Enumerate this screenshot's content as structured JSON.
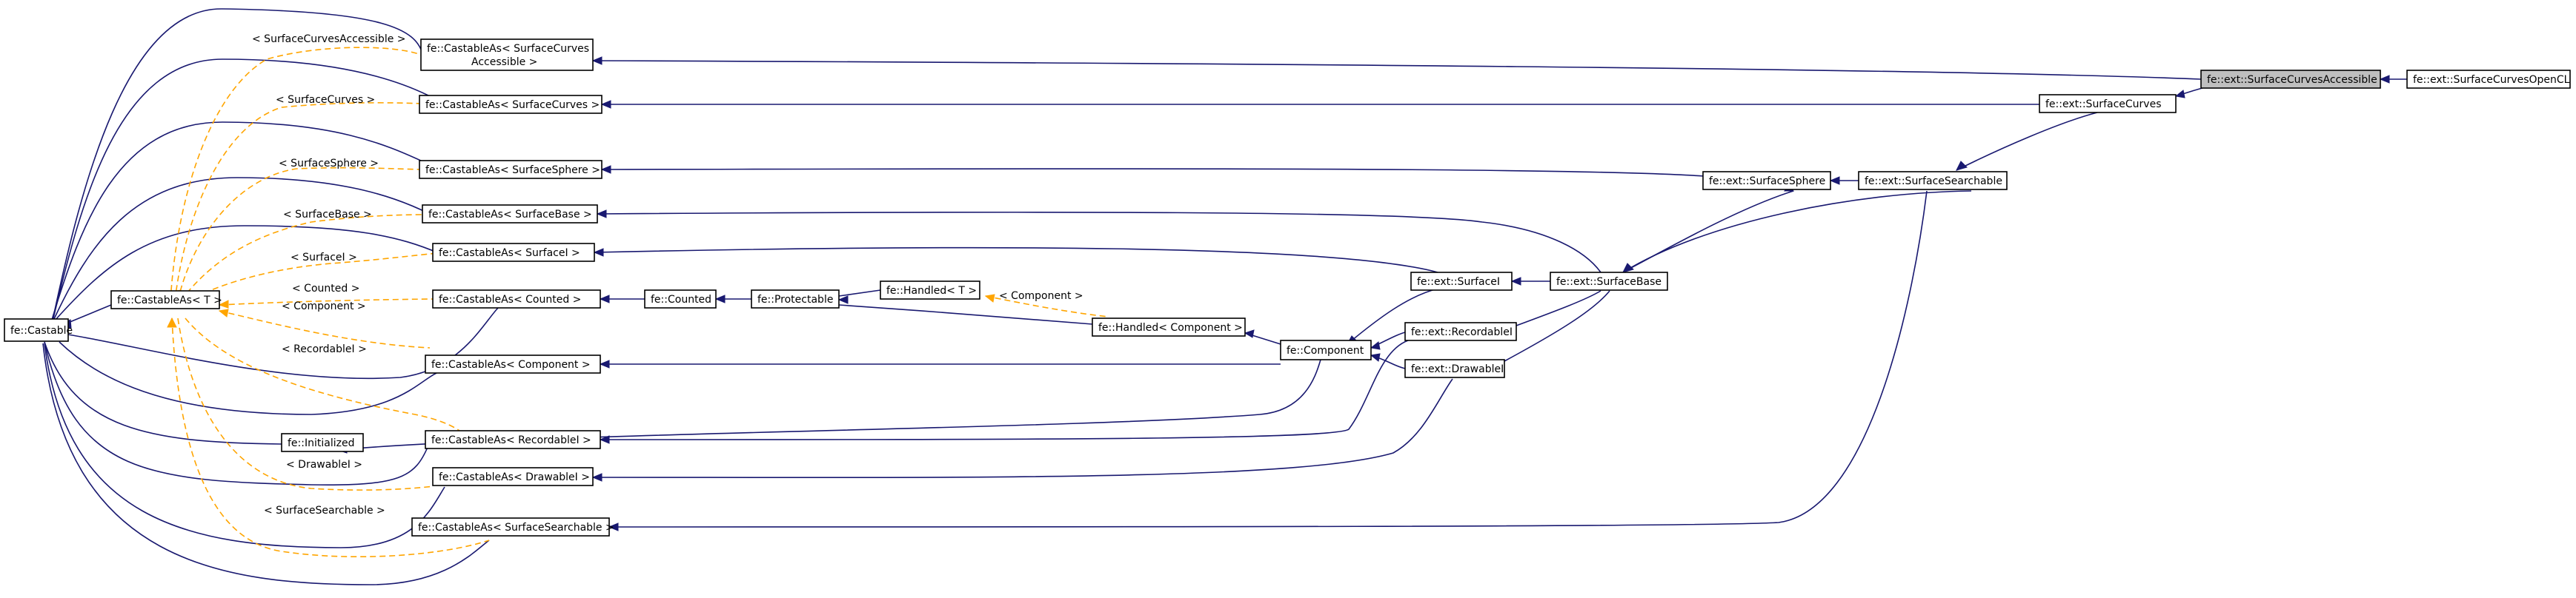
{
  "colors": {
    "inheritance": "#191970",
    "template": "#ffa500",
    "highlight": "#bfbfbf"
  },
  "nodes": {
    "castable": "fe::Castable",
    "castable_as_t": "fe::CastableAs< T >",
    "ca_surface_curves_accessible_1": "fe::CastableAs< SurfaceCurves",
    "ca_surface_curves_accessible_2": "Accessible >",
    "ca_surface_curves": "fe::CastableAs< SurfaceCurves >",
    "ca_surface_sphere": "fe::CastableAs< SurfaceSphere >",
    "ca_surface_base": "fe::CastableAs< SurfaceBase >",
    "ca_surface_i": "fe::CastableAs< SurfaceI >",
    "ca_counted": "fe::CastableAs< Counted >",
    "ca_component": "fe::CastableAs< Component >",
    "initialized": "fe::Initialized",
    "ca_recordable_i": "fe::CastableAs< RecordableI >",
    "ca_drawable_i": "fe::CastableAs< DrawableI >",
    "ca_surface_searchable": "fe::CastableAs< SurfaceSearchable >",
    "counted": "fe::Counted",
    "protectable": "fe::Protectable",
    "handled_t": "fe::Handled< T >",
    "handled_component": "fe::Handled< Component >",
    "component": "fe::Component",
    "ext_surface_i": "fe::ext::SurfaceI",
    "ext_recordable_i": "fe::ext::RecordableI",
    "ext_drawable_i": "fe::ext::DrawableI",
    "ext_surface_base": "fe::ext::SurfaceBase",
    "ext_surface_sphere": "fe::ext::SurfaceSphere",
    "ext_surface_searchable": "fe::ext::SurfaceSearchable",
    "ext_surface_curves": "fe::ext::SurfaceCurves",
    "ext_surface_curves_accessible": "fe::ext::SurfaceCurvesAccessible",
    "ext_surface_curves_opencl": "fe::ext::SurfaceCurvesOpenCL"
  },
  "edge_labels": {
    "surface_curves_accessible": "< SurfaceCurvesAccessible >",
    "surface_curves": "< SurfaceCurves >",
    "surface_sphere": "< SurfaceSphere >",
    "surface_base": "< SurfaceBase >",
    "surface_i": "< SurfaceI >",
    "counted": "< Counted >",
    "component_ca": "< Component >",
    "recordable_i": "< RecordableI >",
    "drawable_i": "< DrawableI >",
    "surface_searchable": "< SurfaceSearchable >",
    "component_handled": "< Component >"
  }
}
